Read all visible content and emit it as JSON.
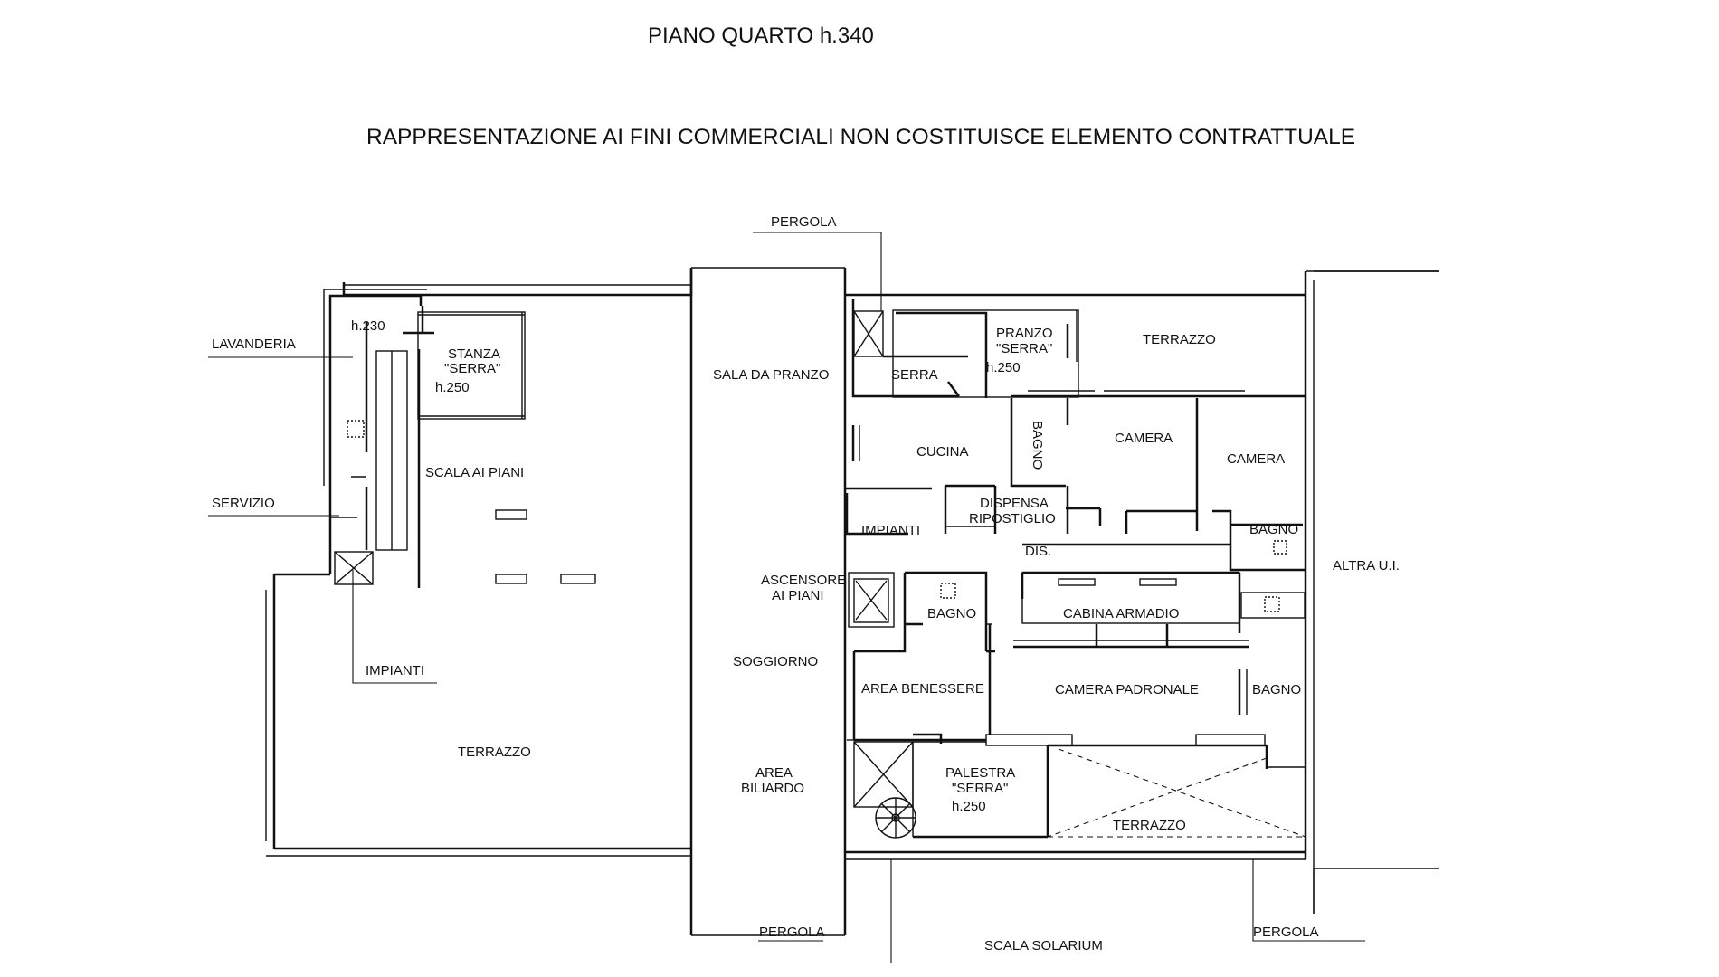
{
  "header": {
    "floor_title": "PIANO QUARTO h.340",
    "disclaimer": "RAPPRESENTAZIONE AI FINI COMMERCIALI NON COSTITUISCE ELEMENTO CONTRATTUALE"
  },
  "labels": {
    "lavanderia": "LAVANDERIA",
    "h230": "h.230",
    "stanza_serra_1": "STANZA",
    "stanza_serra_2": "\"SERRA\"",
    "stanza_serra_h": "h.250",
    "scala_ai_piani": "SCALA AI PIANI",
    "servizio": "SERVIZIO",
    "impianti_left": "IMPIANTI",
    "terrazzo_left": "TERRAZZO",
    "pergola_top": "PERGOLA",
    "sala_da_pranzo": "SALA DA PRANZO",
    "serra": "SERRA",
    "pranzo_serra_1": "PRANZO",
    "pranzo_serra_2": "\"SERRA\"",
    "pranzo_serra_h": "h.250",
    "terrazzo_top": "TERRAZZO",
    "bagno_vertical": "BAGNO",
    "camera_1": "CAMERA",
    "camera_2": "CAMERA",
    "cucina": "CUCINA",
    "dispensa": "DISPENSA",
    "ripostiglio": "RIPOSTIGLIO",
    "impianti_kitchen": "IMPIANTI",
    "bagno_right_top": "BAGNO",
    "dis": "DIS.",
    "altra_ui": "ALTRA U.I.",
    "ascensore_1": "ASCENSORE",
    "ascensore_2": "AI PIANI",
    "bagno_center": "BAGNO",
    "cabina_armadio": "CABINA ARMADIO",
    "soggiorno": "SOGGIORNO",
    "area_benessere": "AREA BENESSERE",
    "camera_padronale": "CAMERA PADRONALE",
    "bagno_right": "BAGNO",
    "area_biliardo_1": "AREA",
    "area_biliardo_2": "BILIARDO",
    "palestra_1": "PALESTRA",
    "palestra_2": "\"SERRA\"",
    "palestra_h": "h.250",
    "terrazzo_bottom": "TERRAZZO",
    "pergola_bottom_left": "PERGOLA",
    "scala_solarium": "SCALA SOLARIUM",
    "pergola_bottom_right": "PERGOLA"
  }
}
